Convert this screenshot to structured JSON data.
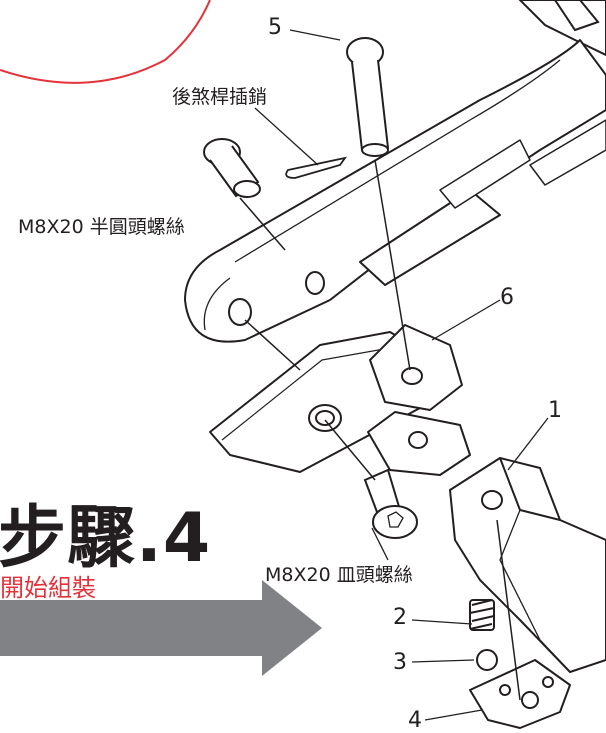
{
  "colors": {
    "accent": "#e4313a",
    "ink": "#231f20",
    "arrow": "#808285"
  },
  "step": {
    "title": "步驟.4",
    "subtitle": "開始組裝"
  },
  "callouts": {
    "n1": "1",
    "n2": "2",
    "n3": "3",
    "n4": "4",
    "n5": "5",
    "n6": "6",
    "brake_pin": "後煞桿插銷",
    "half_round_screw": "M8X20 半圓頭螺絲",
    "flat_head_screw": "M8X20 皿頭螺絲"
  },
  "icons": {
    "arrow": "right-arrow-icon"
  }
}
